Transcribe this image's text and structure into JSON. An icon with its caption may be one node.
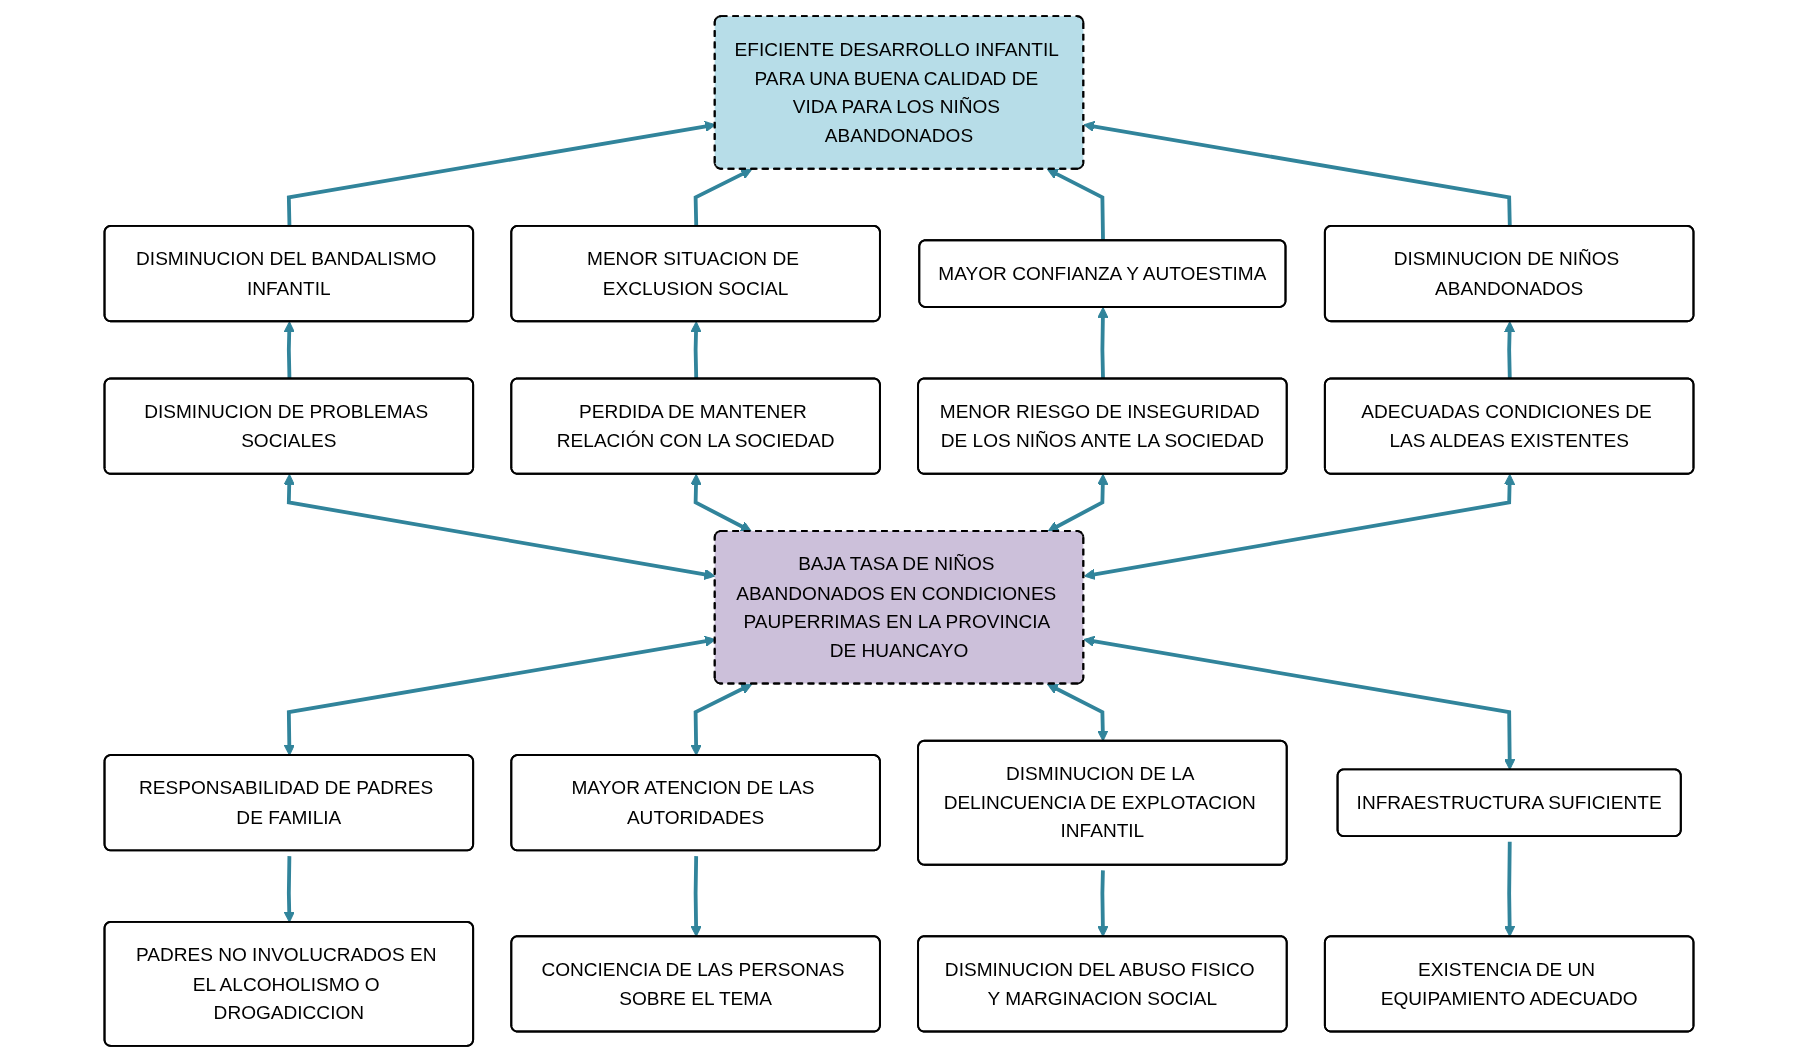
{
  "diagram": {
    "nodes": [
      {
        "text": [
          "EFICIENTE DESARROLLO INFANTIL PARA UNA BUENA CALIDAD DE VIDA PARA LOS NIÑOS ABANDONADOS"
        ]
      },
      {
        "text": [
          "DISMINUCION DEL BANDALISMO INFANTIL"
        ]
      },
      {
        "text": [
          "MENOR SITUACION DE EXCLUSION SOCIAL"
        ]
      },
      {
        "text": [
          "MAYOR CONFIANZA Y AUTOESTIMA"
        ]
      },
      {
        "text": [
          "DISMINUCION DE NIÑOS ABANDONADOS"
        ]
      },
      {
        "text": [
          "DISMINUCION DE PROBLEMAS SOCIALES"
        ]
      },
      {
        "text": [
          "PERDIDA DE MANTENER RELACIÓN CON LA SOCIEDAD"
        ]
      },
      {
        "text": [
          "MENOR RIESGO DE INSEGURIDAD DE LOS NIÑOS ANTE LA SOCIEDAD"
        ]
      },
      {
        "text": [
          "ADECUADAS CONDICIONES DE LAS ALDEAS EXISTENTES"
        ]
      },
      {
        "text": [
          "BAJA TASA DE NIÑOS ABANDONADOS EN CONDICIONES PAUPERRIMAS EN LA PROVINCIA DE HUANCAYO"
        ]
      },
      {
        "text": [
          "RESPONSABILIDAD DE PADRES DE FAMILIA"
        ]
      },
      {
        "text": [
          "MAYOR ATENCION DE LAS AUTORIDADES"
        ]
      },
      {
        "text": [
          "DISMINUCION DE LA DELINCUENCIA DE EXPLOTACION INFANTIL"
        ]
      },
      {
        "text": [
          "INFRAESTRUCTURA SUFICIENTE"
        ]
      },
      {
        "text": [
          "PADRES NO INVOLUCRADOS EN EL ALCOHOLISMO O DROGADICCION"
        ]
      },
      {
        "text": [
          "CONCIENCIA DE LAS PERSONAS SOBRE EL TEMA"
        ]
      },
      {
        "text": [
          "DISMINUCION DEL ABUSO FISICO Y MARGINACION SOCIAL"
        ]
      },
      {
        "text": [
          "EXISTENCIA DE UN EQUIPAMIENTO ADECUADO"
        ]
      }
    ],
    "edges": [
      {
        "from": 1,
        "to": 0,
        "arrow": "to"
      },
      {
        "from": 2,
        "to": 0,
        "arrow": "to"
      },
      {
        "from": 3,
        "to": 0,
        "arrow": "to"
      },
      {
        "from": 4,
        "to": 0,
        "arrow": "to"
      },
      {
        "from": 5,
        "to": 1,
        "arrow": "to"
      },
      {
        "from": 6,
        "to": 2,
        "arrow": "to"
      },
      {
        "from": 7,
        "to": 3,
        "arrow": "to"
      },
      {
        "from": 8,
        "to": 4,
        "arrow": "to"
      },
      {
        "from": 9,
        "to": 5,
        "arrow": "both"
      },
      {
        "from": 9,
        "to": 6,
        "arrow": "both"
      },
      {
        "from": 9,
        "to": 7,
        "arrow": "both"
      },
      {
        "from": 9,
        "to": 8,
        "arrow": "both"
      },
      {
        "from": 9,
        "to": 10,
        "arrow": "both"
      },
      {
        "from": 9,
        "to": 11,
        "arrow": "both"
      },
      {
        "from": 9,
        "to": 12,
        "arrow": "both"
      },
      {
        "from": 9,
        "to": 13,
        "arrow": "both"
      },
      {
        "from": 10,
        "to": 14,
        "arrow": "to"
      },
      {
        "from": 11,
        "to": 15,
        "arrow": "to"
      },
      {
        "from": 12,
        "to": 16,
        "arrow": "to"
      },
      {
        "from": 13,
        "to": 17,
        "arrow": "to"
      }
    ]
  }
}
